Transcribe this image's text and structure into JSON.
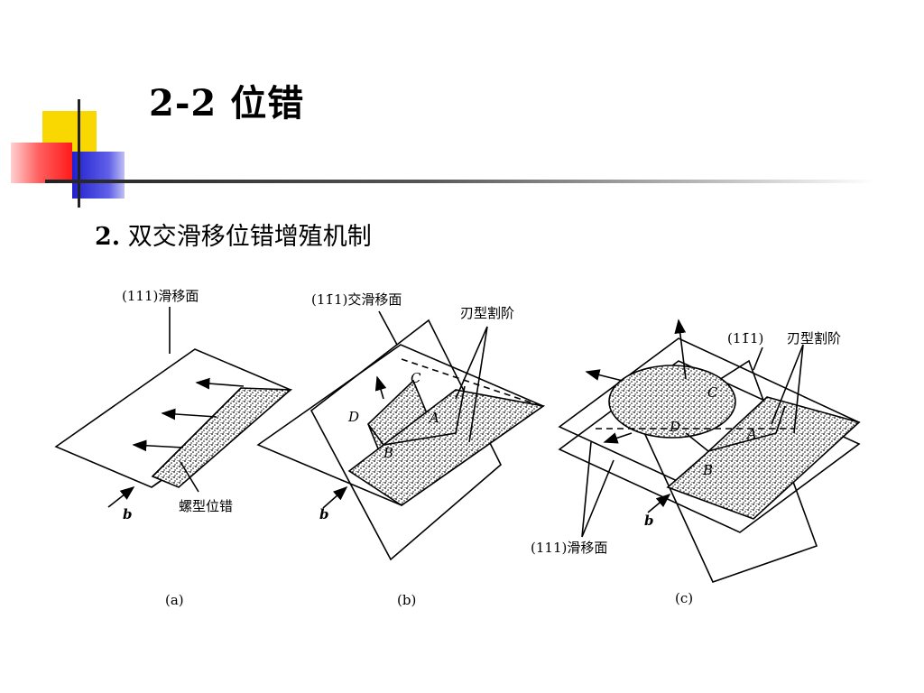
{
  "slide": {
    "title": "2-2 位错",
    "subtitle_num": "2.",
    "subtitle_text": " 双交滑移位错增殖机制"
  },
  "figure": {
    "a": {
      "plane_label": "(111)滑移面",
      "dislocation_label": "螺型位错",
      "b_label": "b",
      "caption": "(a)"
    },
    "b": {
      "plane_label": "(11̄1)交滑移面",
      "jog_label": "刃型割阶",
      "points": [
        "C",
        "D",
        "A",
        "B"
      ],
      "b_label": "b",
      "caption": "(b)"
    },
    "c": {
      "plane_label": "(11̄1)",
      "jog_label": "刃型割阶",
      "slip_label": "(111)滑移面",
      "points": [
        "C",
        "D",
        "A",
        "B"
      ],
      "b_label": "b",
      "caption": "(c)"
    }
  },
  "colors": {
    "yellow": "#f5d400",
    "red": "#ff2a2a",
    "blue": "#2a2ad8",
    "ink": "#000000"
  }
}
